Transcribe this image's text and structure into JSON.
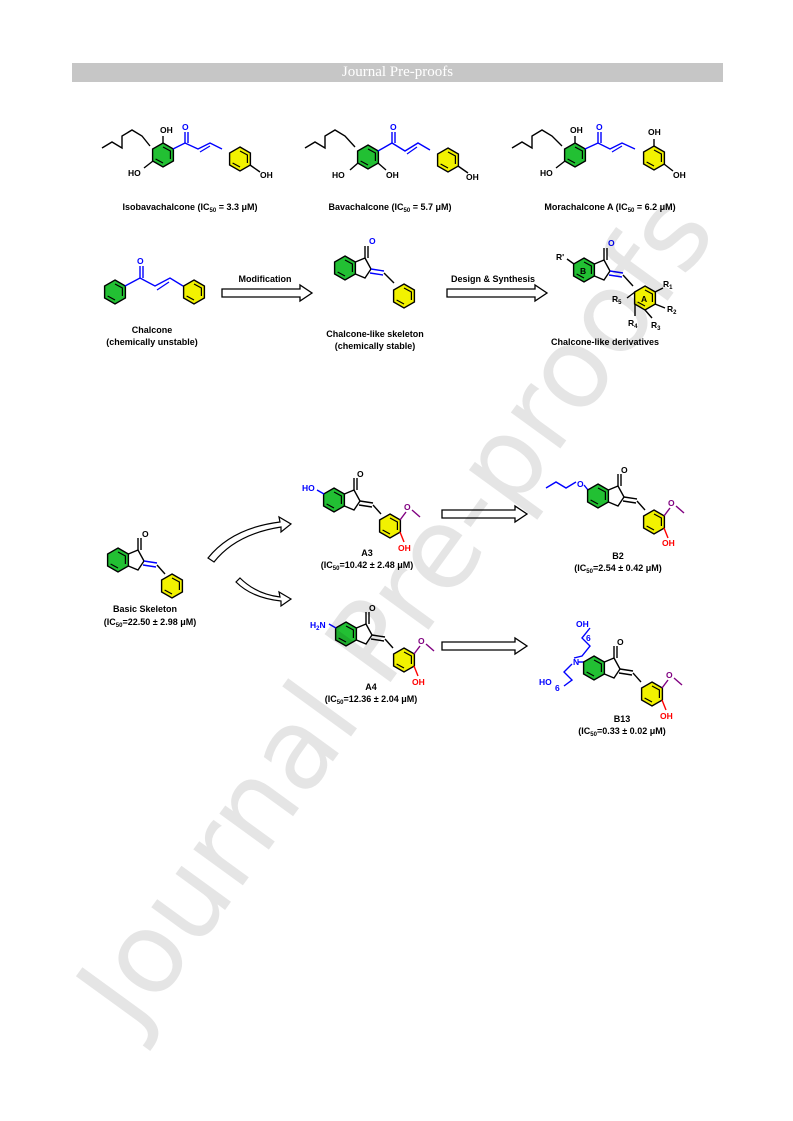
{
  "header": {
    "banner": "Journal Pre-proofs"
  },
  "watermark": "Journal Pre-proofs",
  "colors": {
    "ringGreen": "#22c033",
    "ringYellow": "#f2f200",
    "bondBlue": "#0000ff",
    "ohRed": "#ff0000",
    "methoxyPurple": "#800080"
  },
  "top_row": {
    "c1": {
      "name": "Isobavachalcone (IC",
      "sub": "50",
      "rest": " = 3.3 μM)",
      "oh_top": "OH",
      "ho": "HO",
      "oh_right": "OH",
      "o": "O"
    },
    "c2": {
      "name": "Bavachalcone (IC",
      "sub": "50",
      "rest": " = 5.7 μM)",
      "ho": "HO",
      "oh_mid": "OH",
      "oh_right": "OH",
      "o": "O"
    },
    "c3": {
      "name": "Morachalcone A (IC",
      "sub": "50",
      "rest": " = 6.2 μM)",
      "oh_top": "OH",
      "ho": "HO",
      "oh_r1": "OH",
      "oh_r2": "OH",
      "o": "O"
    }
  },
  "second_row": {
    "chalcone": {
      "line1": "Chalcone",
      "line2": "(chemically unstable)",
      "o": "O"
    },
    "arrow1": "Modification",
    "skeleton": {
      "line1": "Chalcone-like skeleton",
      "line2": "(chemically stable)",
      "o": "O"
    },
    "arrow2": "Design & Synthesis",
    "derivatives": {
      "label": "Chalcone-like derivatives",
      "rprime": "R'",
      "ringB": "B",
      "ringA": "A",
      "r1": "R",
      "r1s": "1",
      "r2": "R",
      "r2s": "2",
      "r3": "R",
      "r3s": "3",
      "r4": "R",
      "r4s": "4",
      "r5": "R",
      "r5s": "5",
      "o": "O"
    }
  },
  "bottom": {
    "basic": {
      "line1": "Basic Skeleton",
      "ic_pre": "(IC",
      "ic_sub": "50",
      "ic_rest": "=22.50 ± 2.98 μM)",
      "o": "O"
    },
    "a3": {
      "code": "A3",
      "ic_pre": "(IC",
      "ic_sub": "50",
      "ic_rest": "=10.42 ± 2.48 μM)",
      "ho": "HO",
      "oh": "OH",
      "o": "O"
    },
    "a4": {
      "code": "A4",
      "ic_pre": "(IC",
      "ic_sub": "50",
      "ic_rest": "=12.36 ± 2.04 μM)",
      "h2n": "H",
      "h2n_sub": "2",
      "h2n_n": "N",
      "oh": "OH",
      "o": "O"
    },
    "b2": {
      "code": "B2",
      "ic_pre": "(IC",
      "ic_sub": "50",
      "ic_rest": "=2.54 ± 0.42 μM)",
      "o_ether": "O",
      "oh": "OH",
      "o": "O"
    },
    "b13": {
      "code": "B13",
      "ic_pre": "(IC",
      "ic_sub": "50",
      "ic_rest": "=0.33 ± 0.02 μM)",
      "oh_top": "OH",
      "oh_bot": "HO",
      "six1": "6",
      "six2": "6",
      "n": "N",
      "oh": "OH",
      "o": "O"
    }
  }
}
